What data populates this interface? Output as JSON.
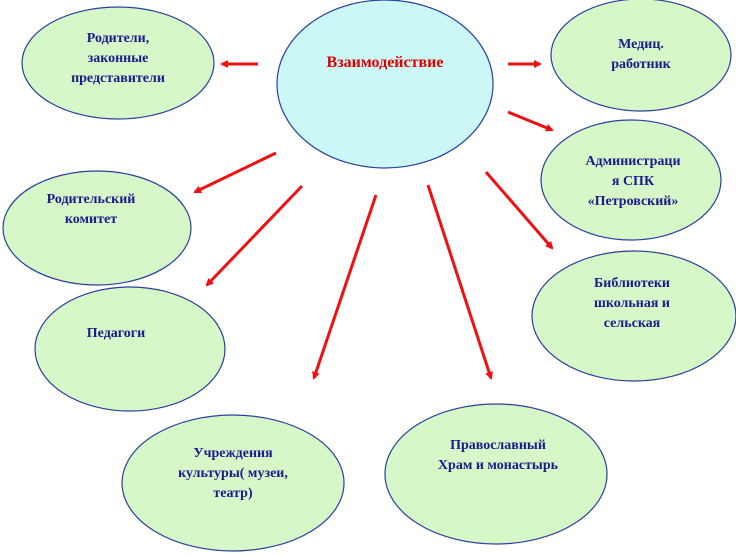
{
  "colors": {
    "center_fill": "#ccf7f7",
    "node_fill": "#d6f7c8",
    "outline": "#2a3fa0",
    "arrow": "#ee1111",
    "node_text": "#1a1a8c",
    "center_text": "#e00000"
  },
  "center": {
    "label": "Взаимодействие"
  },
  "nodes": [
    {
      "id": "parents",
      "lines": [
        "Родители,",
        "законные",
        "представители"
      ]
    },
    {
      "id": "medic",
      "lines": [
        "Медиц.",
        "работник"
      ]
    },
    {
      "id": "admin",
      "lines": [
        "Администраци",
        "я СПК",
        "«Петровский»"
      ]
    },
    {
      "id": "committee",
      "lines": [
        "Родительский",
        "комитет"
      ]
    },
    {
      "id": "libraries",
      "lines": [
        "Библиотеки",
        "школьная и",
        "сельская"
      ]
    },
    {
      "id": "teachers",
      "lines": [
        "Педагоги"
      ]
    },
    {
      "id": "church",
      "lines": [
        "Православный",
        "Храм и монастырь"
      ]
    },
    {
      "id": "culture",
      "lines": [
        "Учреждения",
        "культуры( музеи,",
        "театр)"
      ]
    }
  ]
}
